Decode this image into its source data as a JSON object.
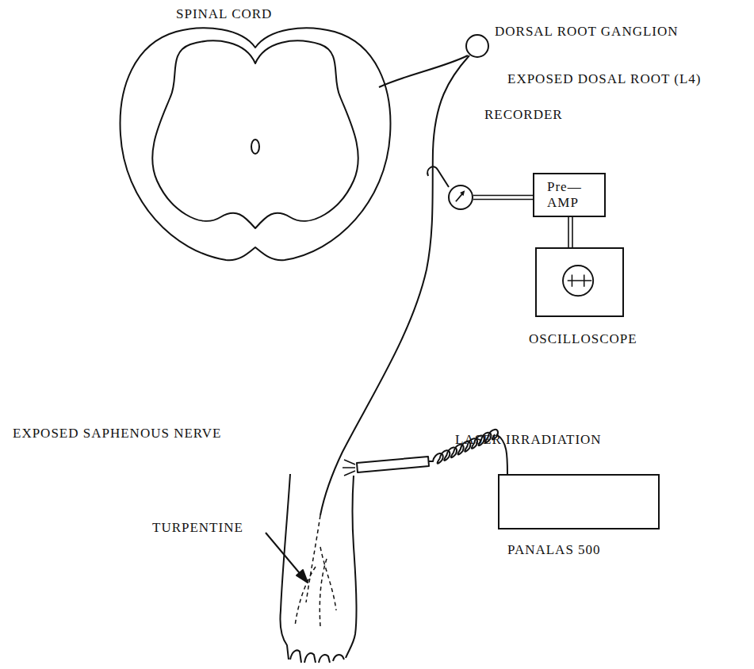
{
  "diagram": {
    "nodes": [
      {
        "text": [
          "RECORDER"
        ]
      },
      {
        "text": [
          "Pre— AMP"
        ]
      },
      {
        "text": [
          "OSCILLOSCOPE"
        ]
      },
      {
        "text": [
          "PANALAS 500"
        ]
      }
    ],
    "edges": [
      {
        "from": 0,
        "to": 1,
        "arrow": "none"
      },
      {
        "from": 1,
        "to": 2,
        "arrow": "none"
      }
    ],
    "labels": [
      "SPINAL CORD",
      "DORSAL ROOT GANGLION",
      "EXPOSED DOSAL ROOT (L4)",
      "EXPOSED SAPHENOUS NERVE",
      "LASER IRRADIATION",
      "TURPENTINE"
    ]
  }
}
